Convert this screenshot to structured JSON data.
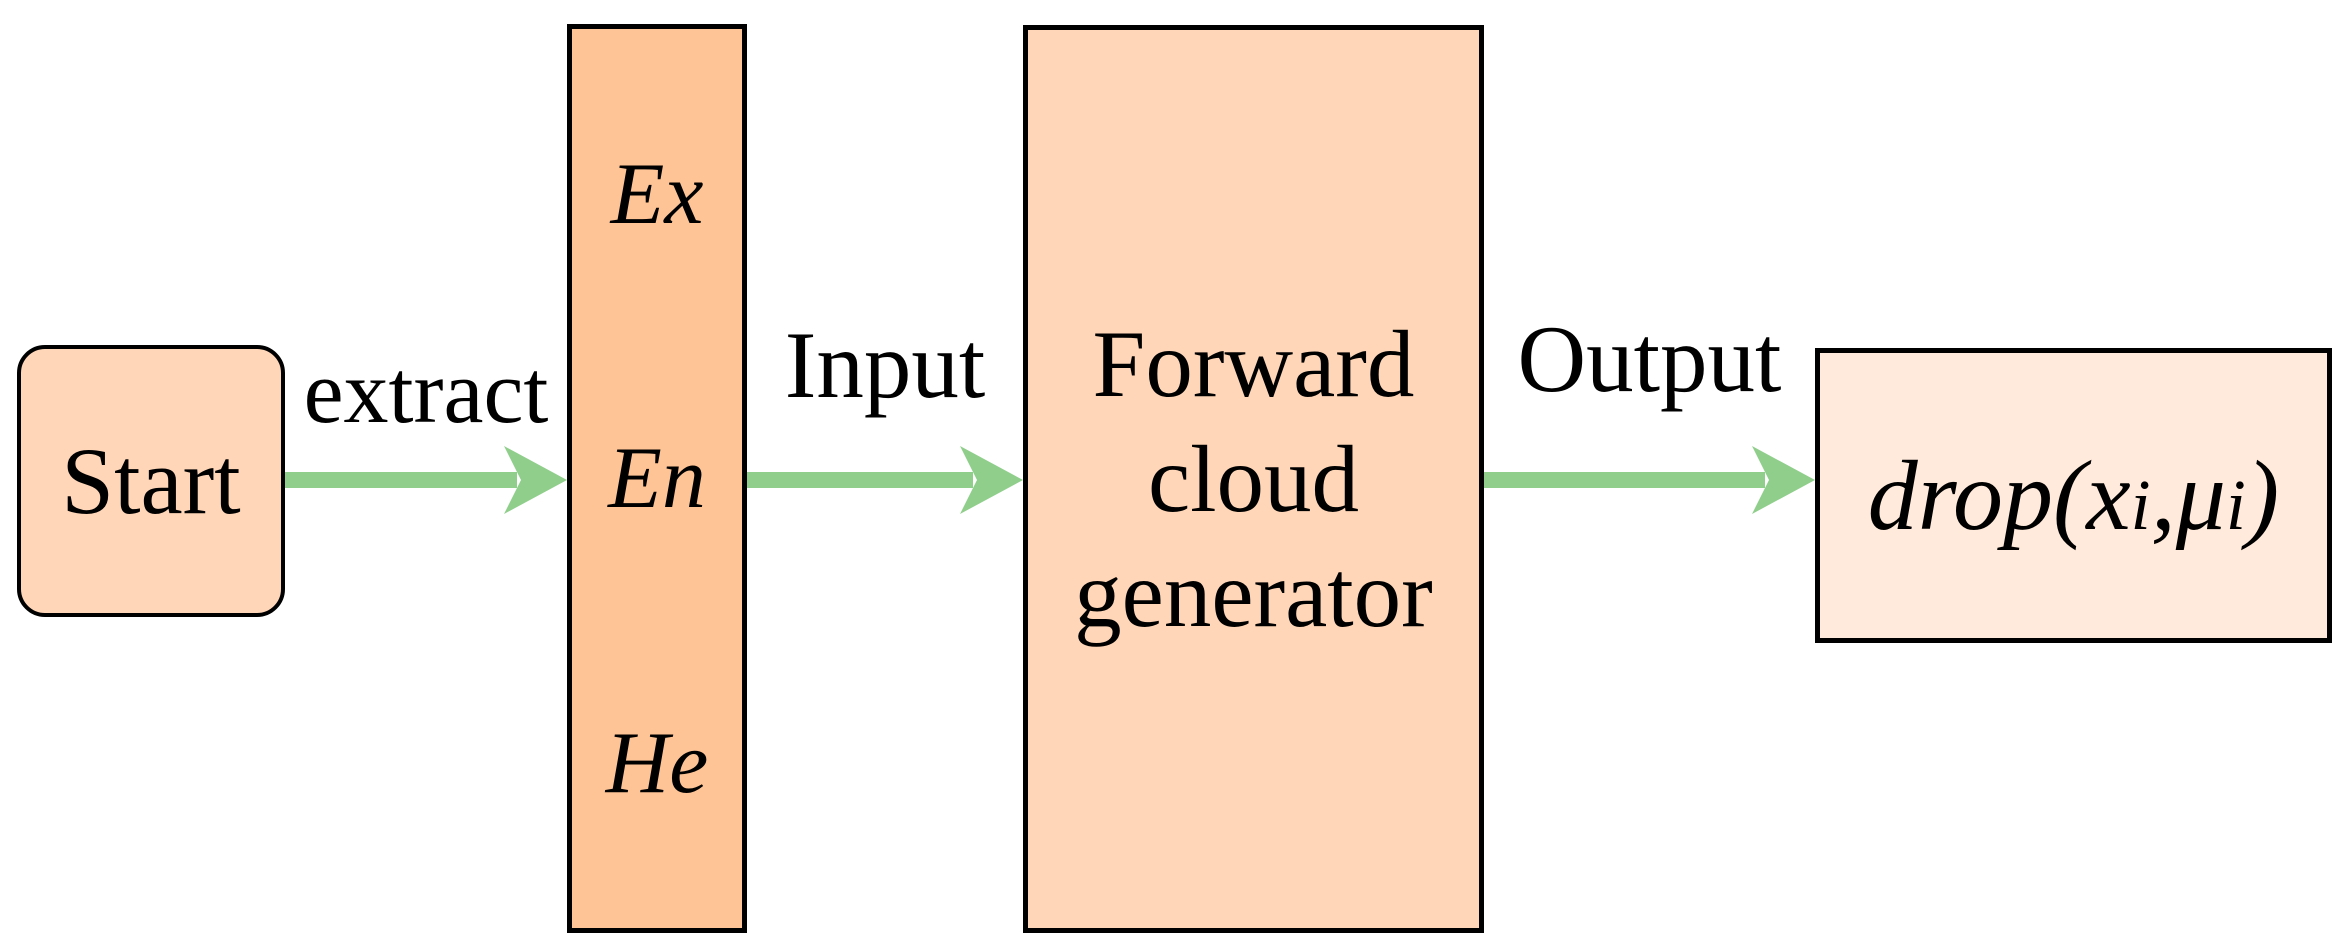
{
  "title": "forward-cloud-generator-flowchart",
  "colors": {
    "arrow_green": "#90CE8C",
    "bar_fill": "#FFC496",
    "box_fill": "#FFD6B8",
    "result_fill": "#FFEADB",
    "border": "#000000",
    "text": "#000000",
    "background": "#FFFFFF"
  },
  "nodes": {
    "start": {
      "label": "Start"
    },
    "parameters": {
      "items": [
        "Ex",
        "En",
        "He"
      ]
    },
    "generator": {
      "lines": [
        "Forward",
        "cloud",
        "generator"
      ]
    },
    "result": {
      "parts": {
        "p1": "drop(x",
        "i1": "i",
        "p2": ",μ",
        "i2": "i",
        "p3": ")"
      }
    }
  },
  "edges": {
    "extract": {
      "label": "extract"
    },
    "input": {
      "label": "Input"
    },
    "output": {
      "label": "Output"
    }
  }
}
